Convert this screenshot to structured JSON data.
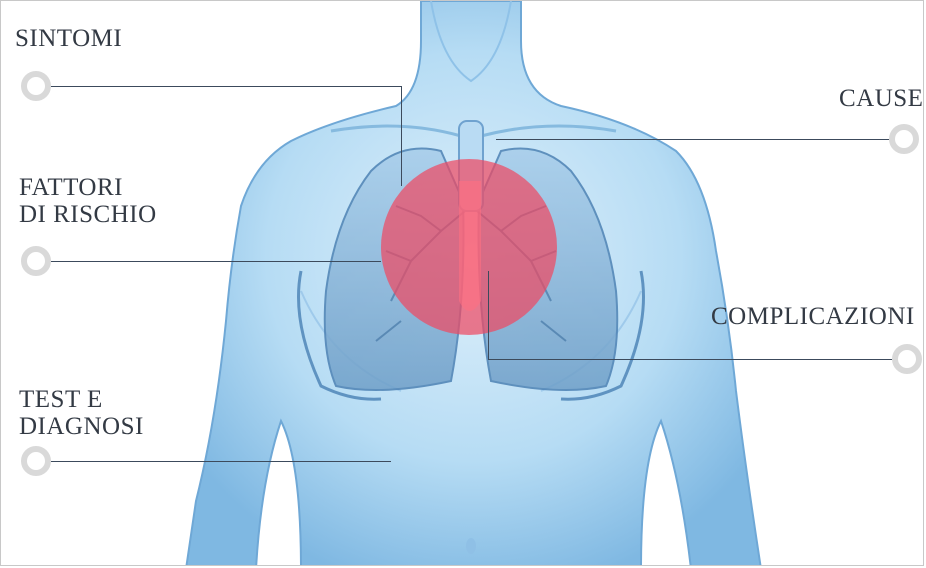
{
  "labels": {
    "sintomi": "SINTOMI",
    "cause": "CAUSE",
    "fattori": "FATTORI\nDI RISCHIO",
    "complicazioni": "COMPLICAZIONI",
    "test": "TEST E\nDIAGNOSI"
  },
  "colors": {
    "body": "#a8d2ef",
    "lung": "#7fb4dc",
    "highlight": "#ef4a63",
    "node_ring": "#d9d9d9",
    "connector": "#3c4a5c"
  }
}
